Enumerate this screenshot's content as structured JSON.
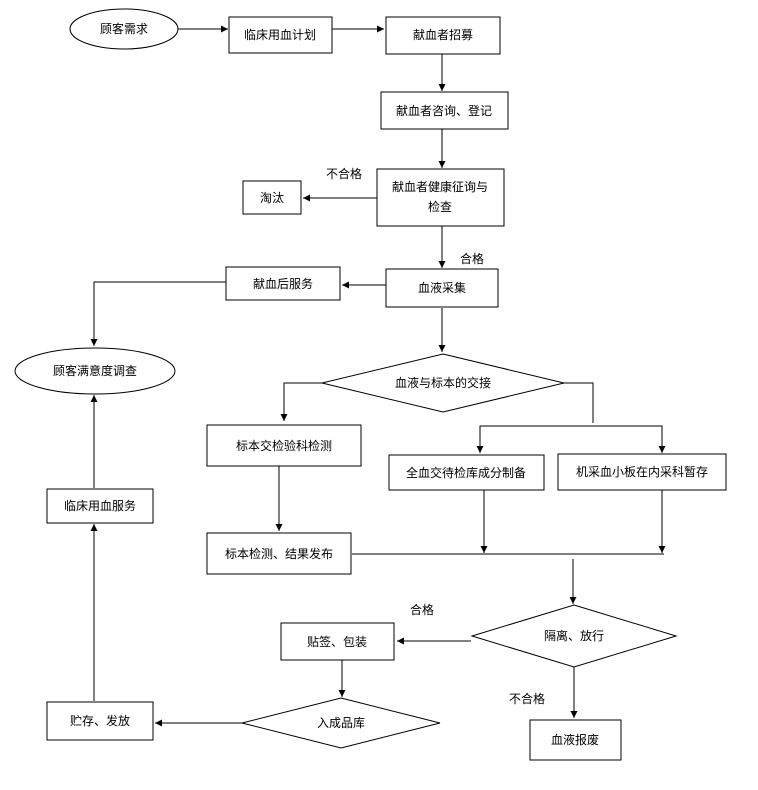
{
  "nodes": {
    "customer_demand": "顾客需求",
    "clinical_blood_plan": "临床用血计划",
    "donor_recruitment": "献血者招募",
    "donor_consult_register": "献血者咨询、登记",
    "donor_health_line1": "献血者健康征询与",
    "donor_health_line2": "检查",
    "eliminate": "淘汰",
    "post_donation_service": "献血后服务",
    "blood_collection": "血液采集",
    "customer_satisfaction_survey": "顾客满意度调查",
    "blood_sample_handover": "血液与标本的交接",
    "sample_to_lab": "标本交检验科检测",
    "whole_blood_to_prep": "全血交待检库成分制备",
    "platelet_storage": "机采血小板在内采科暂存",
    "clinical_blood_service": "临床用血服务",
    "sample_test_result": "标本检测、结果发布",
    "isolation_release": "隔离、放行",
    "label_package": "贴签、包装",
    "store_dispatch": "贮存、发放",
    "warehouse_in": "入成品库",
    "blood_scrap": "血液报废"
  },
  "edge_labels": {
    "unqualified_1": "不合格",
    "qualified_1": "合格",
    "qualified_2": "合格",
    "unqualified_2": "不合格"
  }
}
